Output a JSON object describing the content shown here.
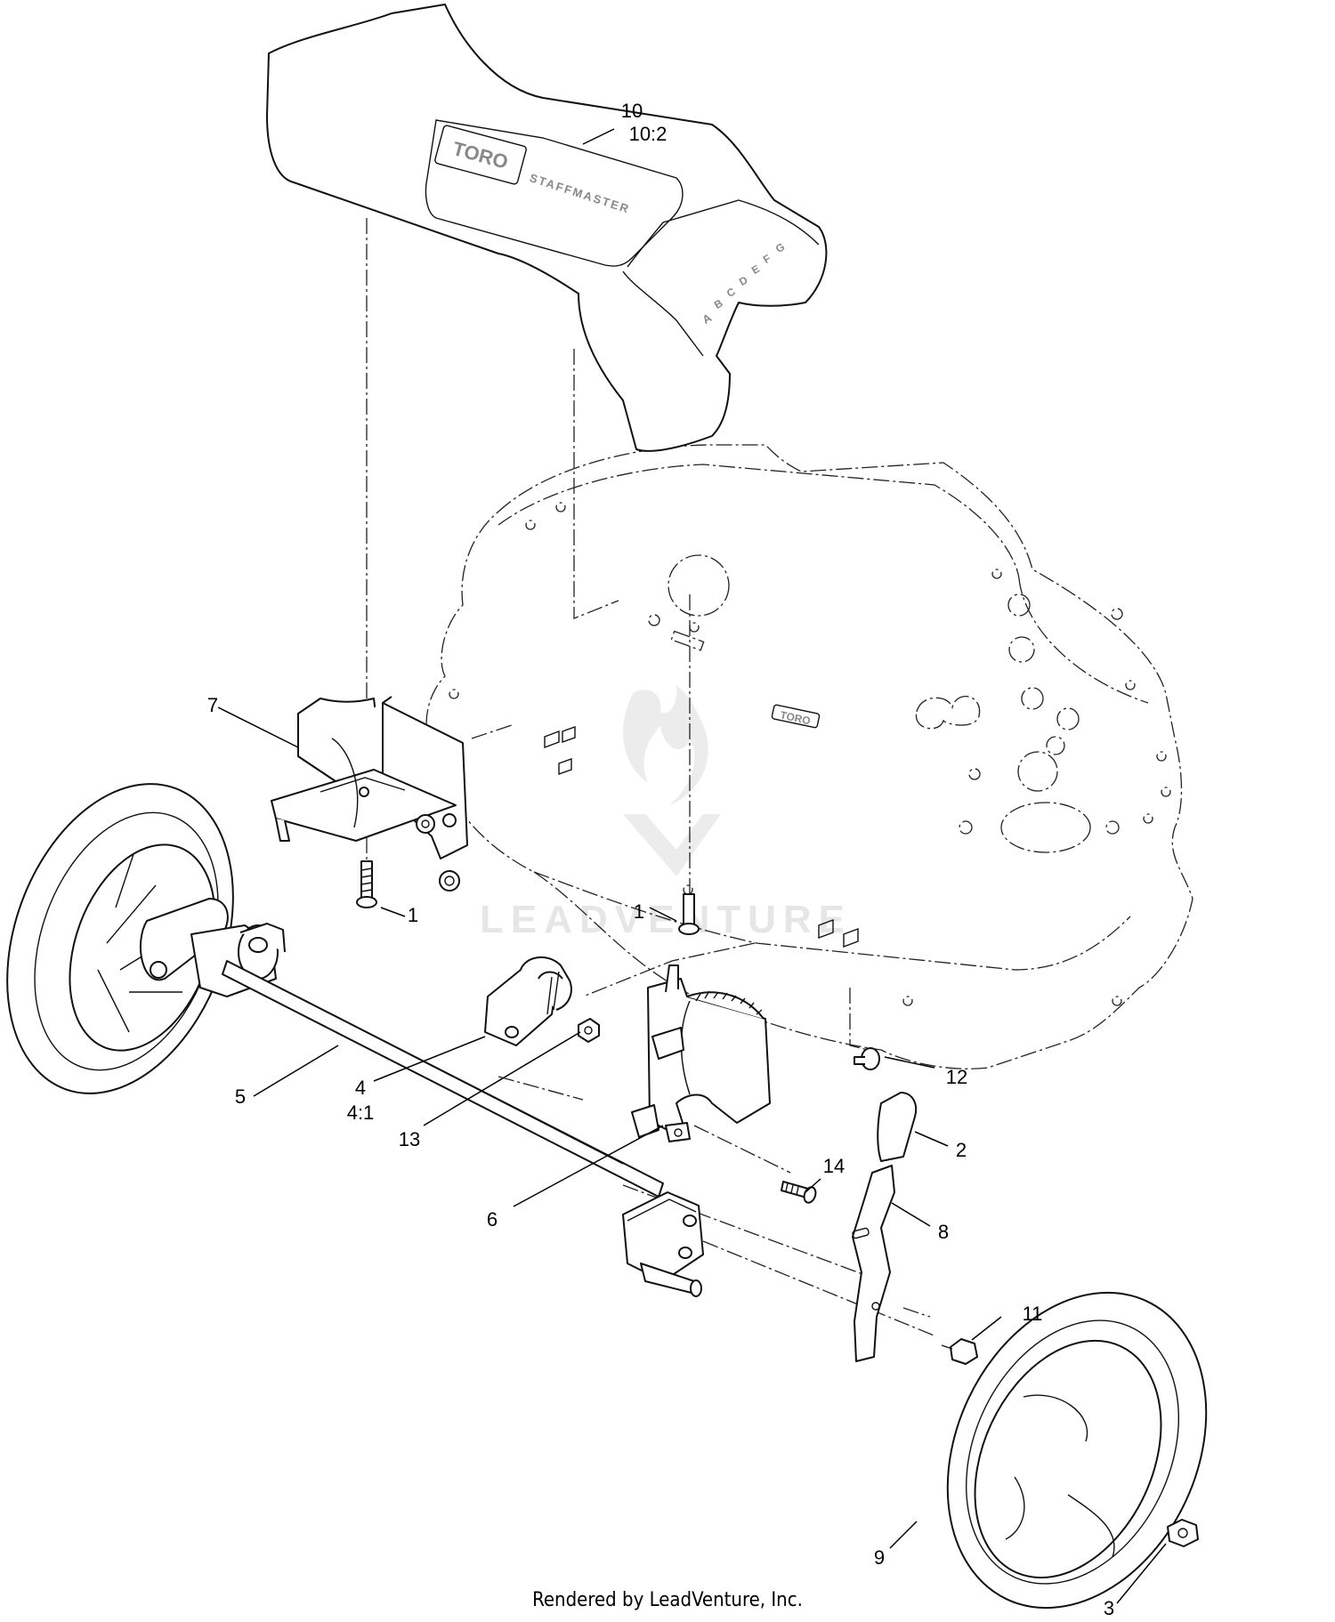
{
  "diagram": {
    "callouts": [
      {
        "id": "10",
        "text": "10"
      },
      {
        "id": "10_2",
        "text": "10:2"
      },
      {
        "id": "7",
        "text": "7"
      },
      {
        "id": "1a",
        "text": "1"
      },
      {
        "id": "1b",
        "text": "1"
      },
      {
        "id": "12",
        "text": "12"
      },
      {
        "id": "5",
        "text": "5"
      },
      {
        "id": "4",
        "text": "4"
      },
      {
        "id": "4_1",
        "text": "4:1"
      },
      {
        "id": "13",
        "text": "13"
      },
      {
        "id": "2",
        "text": "2"
      },
      {
        "id": "14",
        "text": "14"
      },
      {
        "id": "6",
        "text": "6"
      },
      {
        "id": "8",
        "text": "8"
      },
      {
        "id": "11",
        "text": "11"
      },
      {
        "id": "9",
        "text": "9"
      },
      {
        "id": "3",
        "text": "3"
      }
    ],
    "cover_brand": "TORO",
    "cover_model": "STAFFMASTER",
    "height_letters": [
      "A",
      "B",
      "C",
      "D",
      "E",
      "F",
      "G"
    ],
    "deck_brand": "TORO",
    "watermark": "LEADVENTURE",
    "credit": "Rendered by LeadVenture, Inc."
  }
}
